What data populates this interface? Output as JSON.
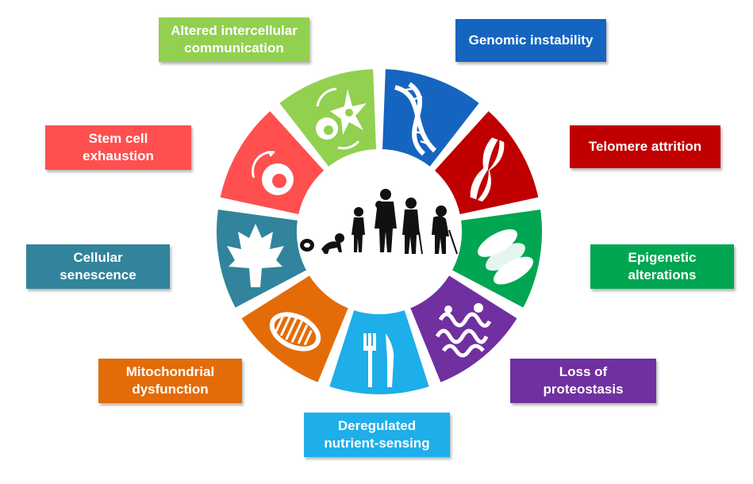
{
  "hallmarks": [
    {
      "id": "genomic-instability",
      "label": "Genomic instability",
      "color": "#1565c0",
      "icon": "dna-icon"
    },
    {
      "id": "telomere-attrition",
      "label": "Telomere attrition",
      "color": "#c00000",
      "icon": "chromosome-icon"
    },
    {
      "id": "epigenetic-alterations",
      "label": "Epigenetic\nalterations",
      "color": "#00a651",
      "icon": "nucleosome-icon"
    },
    {
      "id": "loss-of-proteostasis",
      "label": "Loss of\nproteostasis",
      "color": "#7030a0",
      "icon": "protein-icon"
    },
    {
      "id": "deregulated-nutrient-sensing",
      "label": "Deregulated\nnutrient-sensing",
      "color": "#1eaee9",
      "icon": "fork-knife-icon"
    },
    {
      "id": "mitochondrial-dysfunction",
      "label": "Mitochondrial\ndysfunction",
      "color": "#e36c09",
      "icon": "mitochondrion-icon"
    },
    {
      "id": "cellular-senescence",
      "label": "Cellular\nsenescence",
      "color": "#31849b",
      "icon": "maple-leaf-icon"
    },
    {
      "id": "stem-cell-exhaustion",
      "label": "Stem cell\nexhaustion",
      "color": "#ff4f4f",
      "icon": "stem-cell-icon"
    },
    {
      "id": "altered-intercellular-communication",
      "label": "Altered intercellular\ncommunication",
      "color": "#92d050",
      "icon": "cells-communication-icon"
    }
  ],
  "center": {
    "icon": "human-aging-silhouettes-icon"
  }
}
